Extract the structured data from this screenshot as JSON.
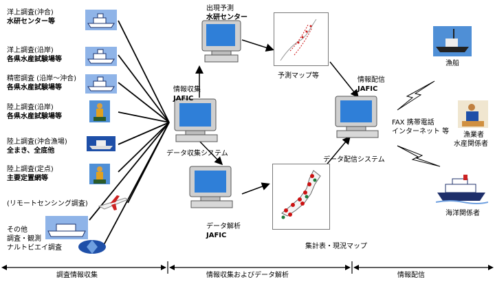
{
  "survey_sources": [
    {
      "line1": "洋上調査(沖合)",
      "line2": "水研センター等",
      "icon": "ship-icon"
    },
    {
      "line1": "洋上調査(沿岸)",
      "line2": "各県水産試験場等",
      "icon": "ship-icon"
    },
    {
      "line1": "精密調査 (沿岸〜沖合)",
      "line2": "各県水産試験場等",
      "icon": "ship-icon"
    },
    {
      "line1": "陸上調査(沿岸)",
      "line2": "各県水産試験場等",
      "icon": "fisherman-icon"
    },
    {
      "line1": "陸上調査(沖合漁場)",
      "line2": "全まき、全底他",
      "icon": "fishing-vessel-icon"
    },
    {
      "line1": "陸上調査(定点)",
      "line2": "主要定置網等",
      "icon": "fisherman-icon"
    },
    {
      "line1": "(リモートセンシング調査)",
      "line2": "",
      "icon": "airplane-icon"
    },
    {
      "line1": "その他",
      "line2": "調査・観測",
      "line3": "ナルトビエイ調査",
      "icon": "ray-fish-icon"
    }
  ],
  "nodes": {
    "forecast": {
      "line1": "出現予測",
      "line2": "水研センター"
    },
    "forecast_map": {
      "label": "予測マップ等"
    },
    "collection": {
      "line1": "情報収集",
      "line2": "JAFIC",
      "caption": "データ収集システム"
    },
    "analysis": {
      "line1": "データ解析",
      "line2": "JAFIC"
    },
    "summary_map": {
      "label": "集計表・現況マップ"
    },
    "distribution": {
      "line1": "情報配信",
      "line2": "JAFIC",
      "caption": "データ配信システム"
    },
    "channels": {
      "line1": "FAX  携帯電話",
      "line2": "インターネット  等"
    }
  },
  "recipients": [
    {
      "label": "漁船",
      "icon": "fishing-boat-icon"
    },
    {
      "label": "漁業者",
      "label2": "水産関係者",
      "icon": "fisher-worker-icon"
    },
    {
      "label": "海洋関係者",
      "icon": "cruise-ship-icon"
    }
  ],
  "phases": [
    {
      "label": "調査情報収集"
    },
    {
      "label": "情報収集およびデータ解析"
    },
    {
      "label": "情報配信"
    }
  ],
  "colors": {
    "monitor_screen": "#2f7fd8",
    "monitor_body": "#c8c8c8",
    "map_dots": "#cc1111",
    "map_green": "#1e7a3a",
    "arrow": "#000000"
  }
}
